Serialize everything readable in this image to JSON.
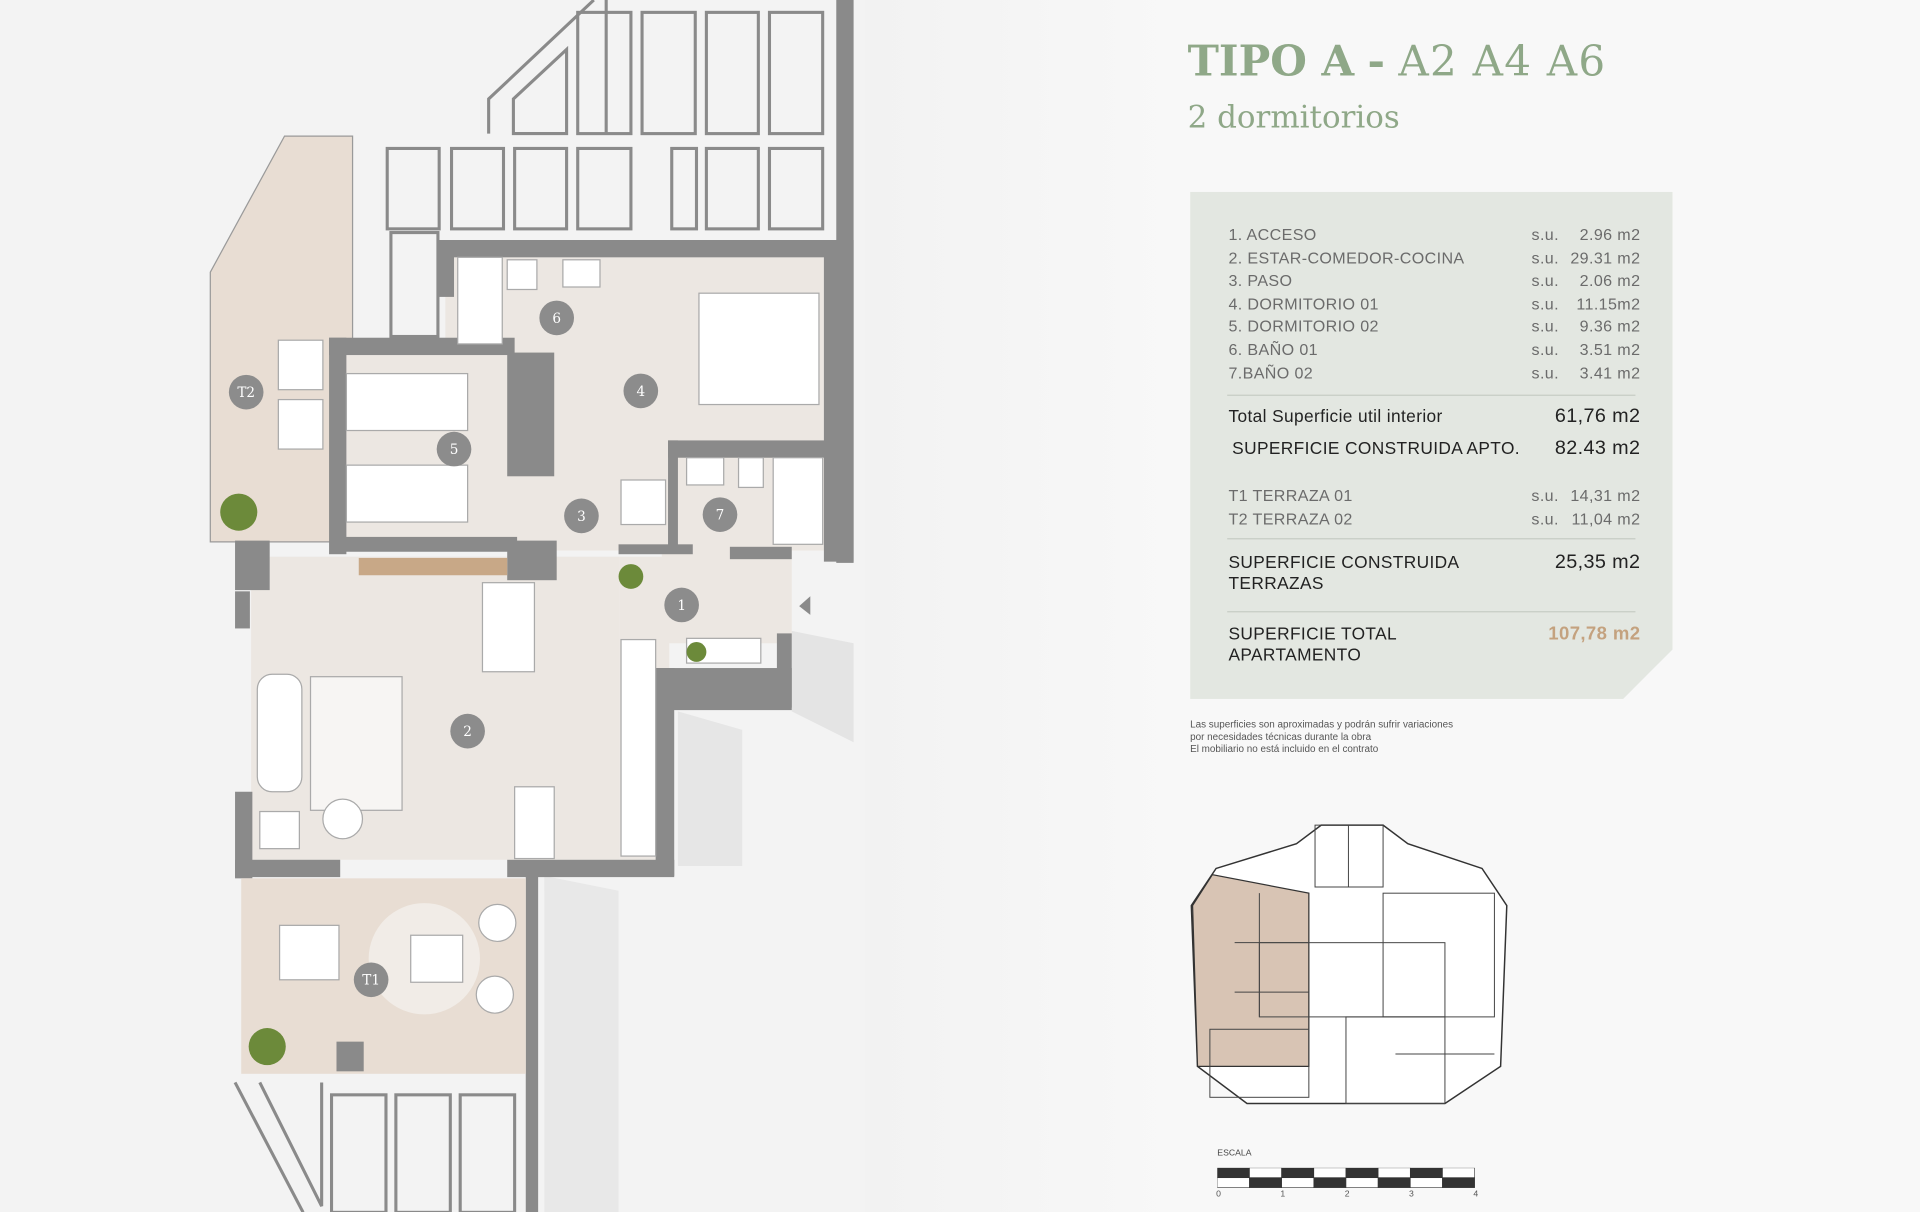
{
  "header": {
    "tipo": "TIPO A",
    "separator": "-",
    "codes": "A2 A4 A6",
    "subtitle": "2 dormitorios"
  },
  "rooms": [
    {
      "label": "1. ACCESO",
      "prefix": "s.u.",
      "area": "2.96 m2"
    },
    {
      "label": "2. ESTAR-COMEDOR-COCINA",
      "prefix": "s.u.",
      "area": "29.31 m2"
    },
    {
      "label": "3. PASO",
      "prefix": "s.u.",
      "area": "2.06 m2"
    },
    {
      "label": "4. DORMITORIO 01",
      "prefix": "s.u.",
      "area": "11.15m2"
    },
    {
      "label": "5. DORMITORIO 02",
      "prefix": "s.u.",
      "area": "9.36 m2"
    },
    {
      "label": "6. BAÑO 01",
      "prefix": "s.u.",
      "area": "3.51 m2"
    },
    {
      "label": "7.BAÑO 02",
      "prefix": "s.u.",
      "area": "3.41 m2"
    }
  ],
  "totals": {
    "util_label": "Total Superficie util interior",
    "util_value": "61,76 m2",
    "construida_label": "SUPERFICIE CONSTRUIDA APTO.",
    "construida_value": "82.43 m2"
  },
  "terraces": [
    {
      "label": "T1 TERRAZA 01",
      "prefix": "s.u.",
      "area": "14,31 m2"
    },
    {
      "label": "T2 TERRAZA 02",
      "prefix": "s.u.",
      "area": "11,04 m2"
    }
  ],
  "terrazas_total": {
    "label_1": "SUPERFICIE CONSTRUIDA",
    "label_2": "TERRAZAS",
    "value": "25,35 m2"
  },
  "grand_total": {
    "label_1": "SUPERFICIE TOTAL",
    "label_2": "APARTAMENTO",
    "value": "107,78 m2"
  },
  "notes": [
    "Las superficies son aproximadas y podrán sufrir variaciones",
    "por necesidades técnicas durante la obra",
    "El mobiliario no está incluido en el contrato"
  ],
  "plan_labels": [
    "1",
    "2",
    "3",
    "4",
    "5",
    "6",
    "7",
    "T1",
    "T2"
  ],
  "scale": {
    "label": "ESCALA",
    "ticks": [
      "0",
      "1",
      "2",
      "3",
      "4"
    ]
  },
  "colors": {
    "accent_green": "#8fa888",
    "total_accent": "#c4a27f",
    "terrace": "#e8ddd3",
    "interior": "#ece7e2",
    "wall": "#8a8a8a",
    "table_bg": "#e3e7e1"
  }
}
